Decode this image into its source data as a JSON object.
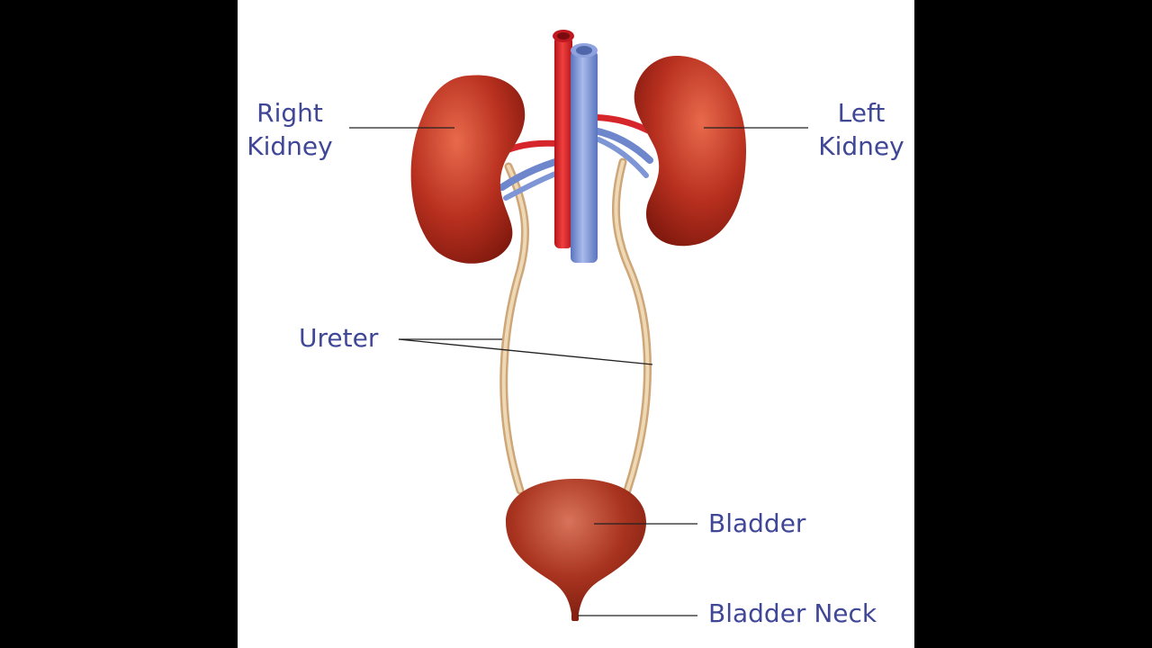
{
  "labels": {
    "right_kidney": [
      "Right",
      "Kidney"
    ],
    "left_kidney": [
      "Left",
      "Kidney"
    ],
    "ureter": "Ureter",
    "bladder": "Bladder",
    "bladder_neck": "Bladder Neck"
  },
  "colors": {
    "label_text": "#3f4796",
    "leader_line": "#222222",
    "kidney": "#b22a1c",
    "artery": "#e0262b",
    "vein": "#7e96d6",
    "ureter": "#d9b88a",
    "bladder": "#a8331f",
    "background": "#ffffff",
    "letterbox": "#000000"
  }
}
